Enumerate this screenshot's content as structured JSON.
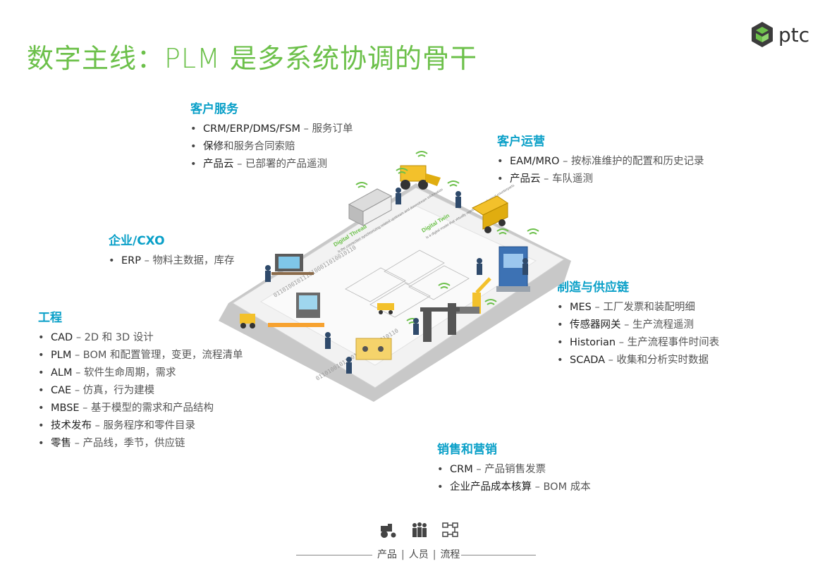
{
  "title": "数字主线：PLM 是多系统协调的骨干",
  "brand": {
    "name": "ptc",
    "accent": "#6cc04a",
    "heading": "#0aa0c8"
  },
  "sections": {
    "customer_service": {
      "title": "客户服务",
      "items": [
        {
          "k": "CRM/ERP/DMS/FSM",
          "d": " – 服务订单"
        },
        {
          "k": "保修",
          "d": "和服务合同索赔"
        },
        {
          "k": "产品云",
          "d": " – 已部署的产品遥测"
        }
      ]
    },
    "customer_ops": {
      "title": "客户运营",
      "items": [
        {
          "k": "EAM/MRO",
          "d": " – 按标准维护的配置和历史记录"
        },
        {
          "k": "产品云",
          "d": " – 车队遥测"
        }
      ]
    },
    "enterprise": {
      "title": "企业/CXO",
      "items": [
        {
          "k": "ERP",
          "d": " – 物料主数据，库存"
        }
      ]
    },
    "engineering": {
      "title": "工程",
      "items": [
        {
          "k": "CAD",
          "d": " – 2D 和 3D 设计"
        },
        {
          "k": "PLM",
          "d": " – BOM 和配置管理，变更，流程清单"
        },
        {
          "k": "ALM",
          "d": " – 软件生命周期，需求"
        },
        {
          "k": "CAE",
          "d": " – 仿真，行为建模"
        },
        {
          "k": "MBSE",
          "d": " – 基于模型的需求和产品结构"
        },
        {
          "k": "技术发布",
          "d": " – 服务程序和零件目录"
        },
        {
          "k": "零售",
          "d": " – 产品线，季节，供应链"
        }
      ]
    },
    "manufacturing": {
      "title": "制造与供应链",
      "items": [
        {
          "k": "MES",
          "d": " – 工厂发票和装配明细"
        },
        {
          "k": "传感器网关",
          "d": " – 生产流程遥测"
        },
        {
          "k": "Historian",
          "d": " – 生产流程事件时间表"
        },
        {
          "k": "SCADA",
          "d": " – 收集和分析实时数据"
        }
      ]
    },
    "sales": {
      "title": "销售和营销",
      "items": [
        {
          "k": "CRM",
          "d": " – 产品销售发票"
        },
        {
          "k": "企业产品成本核算",
          "d": " – BOM 成本"
        }
      ]
    }
  },
  "illustration": {
    "digital_thread_title": "Digital Thread",
    "digital_thread_text": "is the connection synchronizing related upstream and downstream information",
    "digital_twin_title": "Digital Twin",
    "digital_twin_text": "is a digital model that virtually represents its physical counterparts",
    "binary": "0110100101110100011010010110"
  },
  "footer": {
    "product": "产品",
    "people": "人员",
    "process": "流程",
    "sep": "|"
  }
}
